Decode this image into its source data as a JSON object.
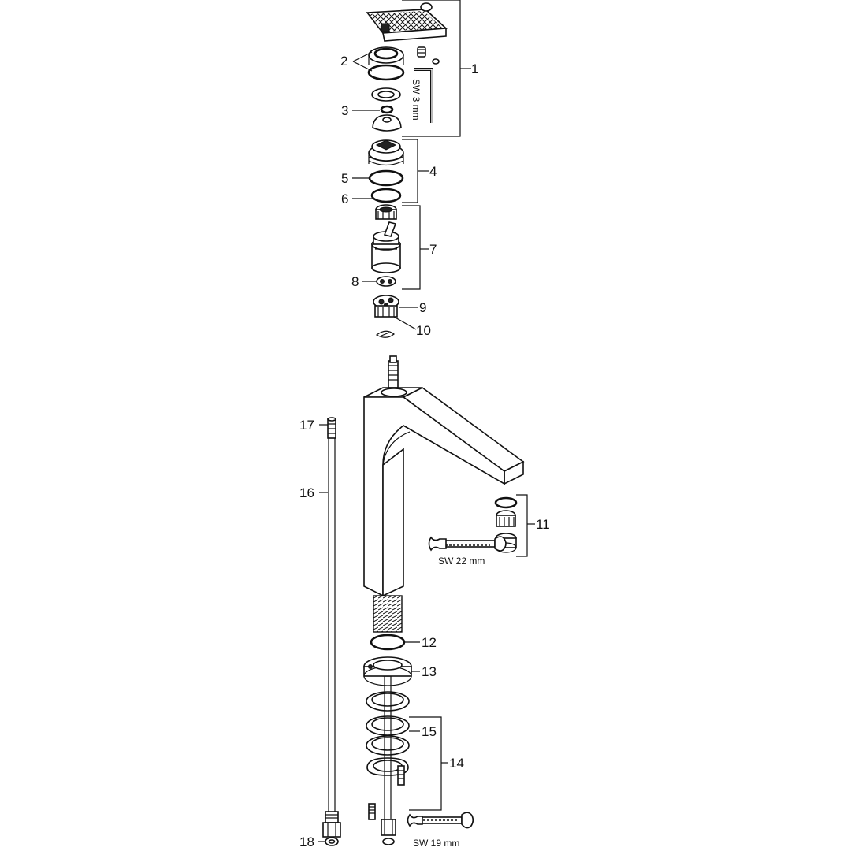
{
  "diagram": {
    "labels": [
      "1",
      "2",
      "3",
      "4",
      "5",
      "6",
      "7",
      "8",
      "9",
      "10",
      "11",
      "12",
      "13",
      "14",
      "15",
      "16",
      "17",
      "18"
    ],
    "tools": {
      "hex_key": "SW 3 mm",
      "wrench_aerator": "SW 22 mm",
      "wrench_bottom": "SW 19 mm"
    },
    "icons": [
      "hex-key-icon",
      "wrench-icon"
    ]
  }
}
